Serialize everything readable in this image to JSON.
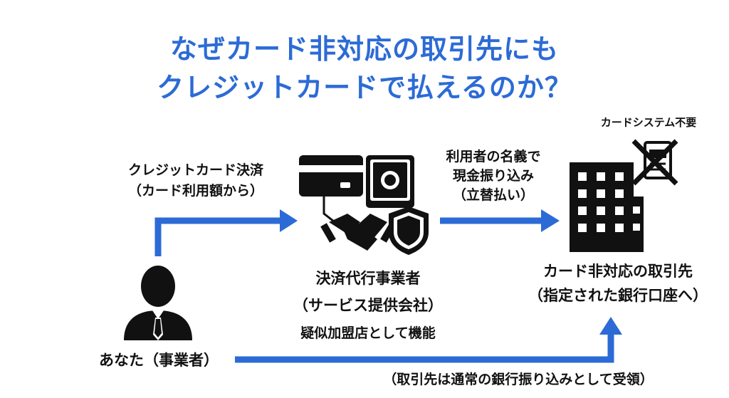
{
  "title": {
    "line1": "なぜカード非対応の取引先にも",
    "line2": "クレジットカードで払えるのか？"
  },
  "flow": {
    "card_payment": "クレジットカード決済",
    "card_payment_note": "（カード利用額から）",
    "cash_transfer_line1": "利用者の名義で",
    "cash_transfer_line2": "現金振り込み",
    "cash_transfer_note": "（立替払い）",
    "bottom_note": "（取引先は通常の銀行振り込みとして受領）"
  },
  "agent": {
    "name": "決済代行事業者",
    "subtitle": "（サービス提供会社）",
    "role": "疑似加盟店として機能"
  },
  "partner": {
    "name": "カード非対応の取引先",
    "account": "（指定された銀行口座へ）",
    "no_system_label": "カードシステム不要"
  },
  "you": {
    "label": "あなた（事業者）"
  },
  "colors": {
    "title": "#2c6bd6",
    "arrow": "#2c6bd6",
    "icon": "#111111"
  },
  "icons": [
    "credit-card-icon",
    "safe-icon",
    "handshake-icon",
    "shield-icon",
    "person-icon",
    "building-icon",
    "crossed-terminal-icon"
  ]
}
